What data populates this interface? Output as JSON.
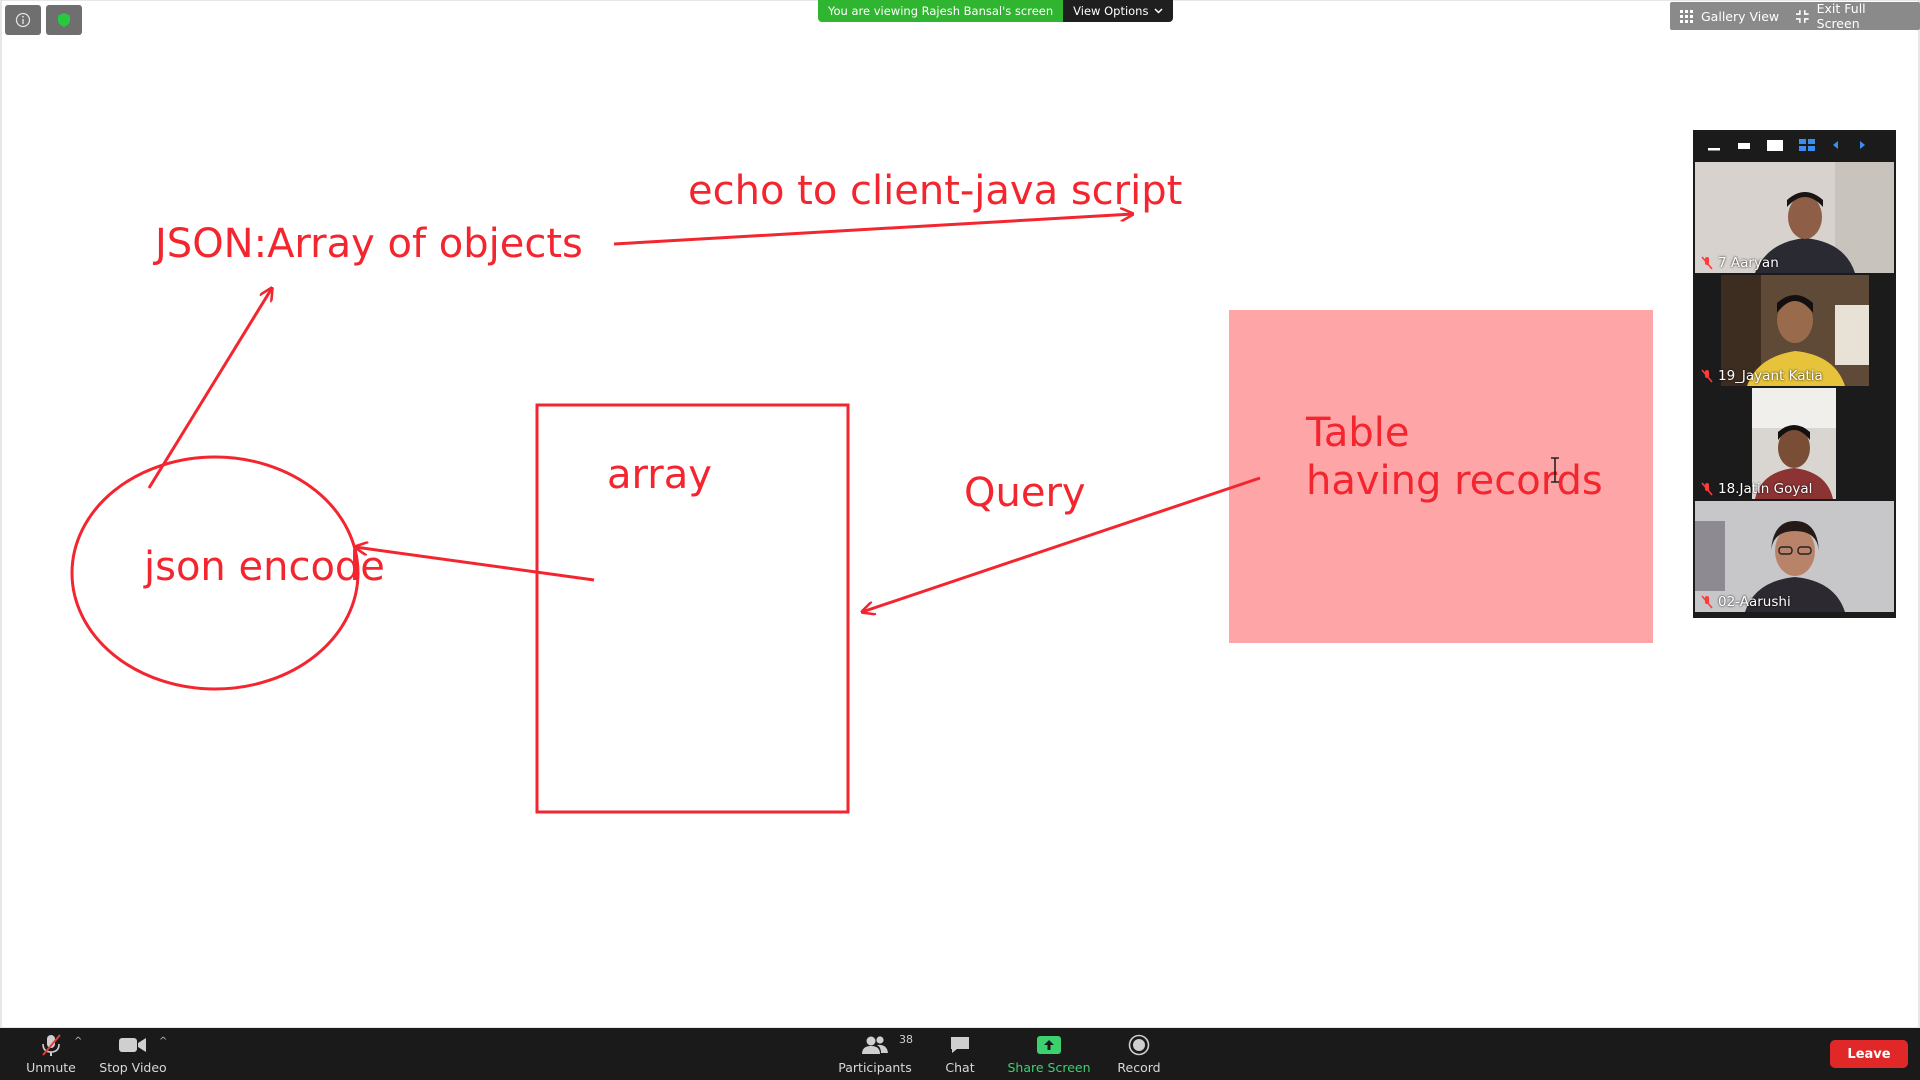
{
  "whiteboard": {
    "json_text": "JSON:Array of objects",
    "echo_text": "echo to client-java script",
    "array_text": "array",
    "query_text": "Query",
    "json_encode_text": "json encode",
    "table_line1": "Table",
    "table_line2": "having records",
    "ink_color": "#f3252f",
    "table_fill": "#fea5a8"
  },
  "top_left": {
    "info_icon": "info-icon",
    "security_icon": "shield-icon"
  },
  "banner": {
    "viewing_text": "You are viewing Rajesh Bansal's screen",
    "view_options_label": "View Options"
  },
  "top_right": {
    "gallery_view_label": "Gallery View",
    "exit_fullscreen_label": "Exit Full Screen"
  },
  "participants_panel": {
    "tiles": [
      {
        "name": "7 Aaryan",
        "muted": true
      },
      {
        "name": "19_Jayant Katia",
        "muted": true
      },
      {
        "name": "18.Jatin Goyal",
        "muted": true
      },
      {
        "name": "02-Aarushi",
        "muted": true
      }
    ]
  },
  "toolbar": {
    "unmute_label": "Unmute",
    "stop_video_label": "Stop Video",
    "participants_label": "Participants",
    "participants_count": "38",
    "chat_label": "Chat",
    "share_screen_label": "Share Screen",
    "record_label": "Record",
    "leave_label": "Leave",
    "share_color": "#3bd16f",
    "leave_color": "#e02828"
  }
}
